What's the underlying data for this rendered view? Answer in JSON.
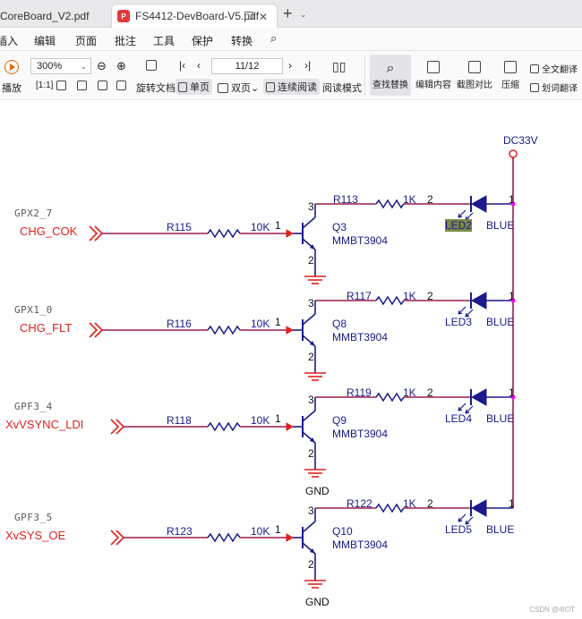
{
  "tabs": [
    {
      "label": "CoreBoard_V2.pdf",
      "active": false
    },
    {
      "label": "FS4412-DevBoard-V5.pdf",
      "active": true
    }
  ],
  "tab_icons": {
    "pdf": "P"
  },
  "menu": [
    "插入",
    "编辑",
    "页面",
    "批注",
    "工具",
    "保护",
    "转换"
  ],
  "toolbar": {
    "play": "播放",
    "zoom": "300%",
    "page": "11/12",
    "rotate": "旋转文档",
    "single": "单页",
    "double": "双页",
    "continuous": "连续阅读",
    "reading_mode": "阅读模式",
    "find_replace": "查找替换",
    "edit_content": "编辑内容",
    "compare": "截图对比",
    "compress": "压缩",
    "translate_full": "全文翻译",
    "translate_word": "划词翻译"
  },
  "schematic": {
    "power": "DC33V",
    "rows": [
      {
        "net": "GPX2_7",
        "signal": "CHG_COK",
        "r_base": "R115",
        "r_base_val": "10K",
        "q": "Q3",
        "q_part": "MMBT3904",
        "r_led": "R113",
        "r_led_val": "1K",
        "led": "LED2",
        "color": "BLUE",
        "gnd": ""
      },
      {
        "net": "GPX1_0",
        "signal": "CHG_FLT",
        "r_base": "R116",
        "r_base_val": "10K",
        "q": "Q8",
        "q_part": "MMBT3904",
        "r_led": "R117",
        "r_led_val": "1K",
        "led": "LED3",
        "color": "BLUE",
        "gnd": ""
      },
      {
        "net": "GPF3_4",
        "signal": "XvVSYNC_LDI",
        "r_base": "R118",
        "r_base_val": "10K",
        "q": "Q9",
        "q_part": "MMBT3904",
        "r_led": "R119",
        "r_led_val": "1K",
        "led": "LED4",
        "color": "BLUE",
        "gnd": "GND"
      },
      {
        "net": "GPF3_5",
        "signal": "XvSYS_OE",
        "r_base": "R123",
        "r_base_val": "10K",
        "q": "Q10",
        "q_part": "MMBT3904",
        "r_led": "R122",
        "r_led_val": "1K",
        "led": "LED5",
        "color": "BLUE",
        "gnd": "GND"
      }
    ],
    "pins": {
      "p1": "1",
      "p2": "2",
      "p3": "3"
    }
  },
  "watermark": "CSDN @4IOT",
  "colors": {
    "wire": "#9b1b4a",
    "component": "#1a1a8a",
    "signal": "#e02020",
    "junction": "#ff00ff"
  }
}
